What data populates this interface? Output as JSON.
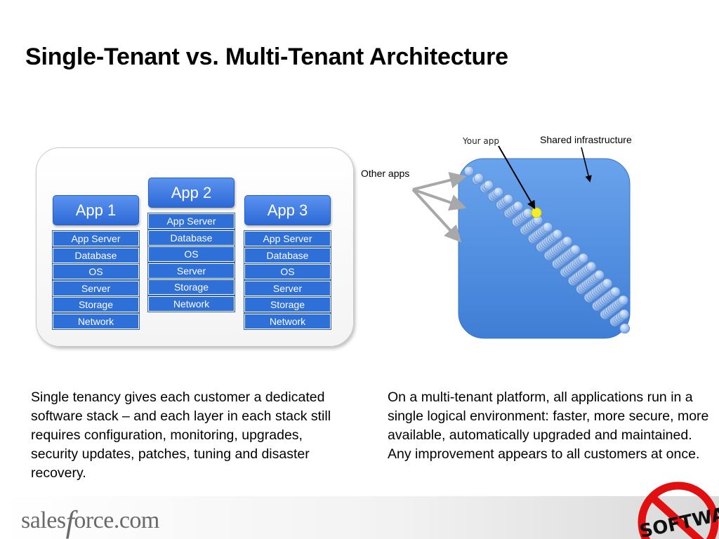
{
  "title": "Single-Tenant vs. Multi-Tenant Architecture",
  "single_tenant": {
    "stacks": [
      {
        "label": "App 1",
        "layers": [
          "App Server",
          "Database",
          "OS",
          "Server",
          "Storage",
          "Network"
        ]
      },
      {
        "label": "App 2",
        "layers": [
          "App Server",
          "Database",
          "OS",
          "Server",
          "Storage",
          "Network"
        ]
      },
      {
        "label": "App 3",
        "layers": [
          "App Server",
          "Database",
          "OS",
          "Server",
          "Storage",
          "Network"
        ]
      }
    ]
  },
  "multi_tenant": {
    "labels": {
      "your_app": "Your app",
      "shared_infrastructure": "Shared infrastructure",
      "other_apps": "Other apps"
    },
    "colors": {
      "platform": "#4f8ee0",
      "tenant": "#a7c6f0",
      "your_app": "#f3ee2c",
      "arrow_grey": "#a8a8a8"
    }
  },
  "descriptions": {
    "single": "Single tenancy gives each customer a dedicated software stack – and each layer in each stack still requires configuration, monitoring, upgrades, security updates, patches, tuning and disaster recovery.",
    "multi": "On a multi-tenant platform, all applications run in a single logical environment: faster, more secure, more available, automatically upgraded and maintained. Any improvement appears to all customers at once."
  },
  "footer": {
    "logo_text": {
      "prefix": "sales",
      "f": "f",
      "suffix": "orce.com"
    },
    "no_software_text": "SOFTWARE"
  }
}
